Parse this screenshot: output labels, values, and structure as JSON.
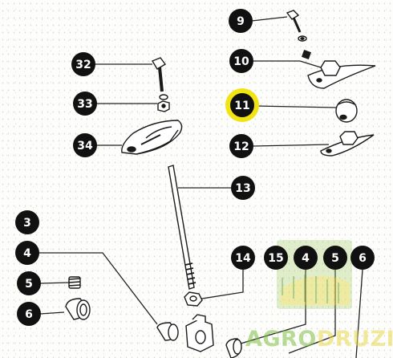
{
  "callouts": {
    "c9": "9",
    "c10": "10",
    "c11": "11",
    "c12": "12",
    "c13": "13",
    "c32": "32",
    "c33": "33",
    "c34": "34",
    "c3": "3",
    "c4": "4",
    "c5": "5",
    "c6": "6",
    "c14": "14",
    "c15": "15",
    "c4b": "4",
    "c5b": "5",
    "c6b": "6"
  },
  "highlighted_callout": "11",
  "watermark": {
    "text_left": "AGRO",
    "text_right": "DRUZI"
  },
  "colors": {
    "callout_fill": "#111111",
    "callout_text": "#ffffff",
    "highlight_ring": "#f2e313",
    "leader_line": "#222222",
    "part_line": "#1a1a1a",
    "watermark_green": "#7fbf43",
    "watermark_yellow": "#e8d94a"
  }
}
